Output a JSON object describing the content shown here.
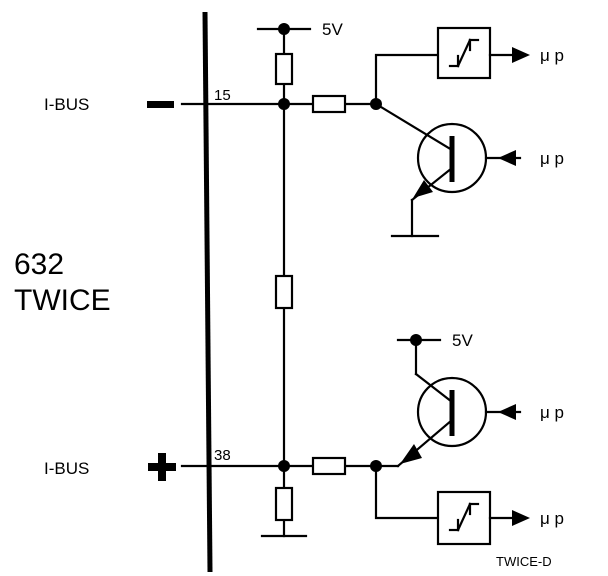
{
  "chip": {
    "line1": "632",
    "line2": "TWICE"
  },
  "bus": {
    "top": {
      "label": "I-BUS",
      "pin": "15",
      "sign": "−"
    },
    "bottom": {
      "label": "I-BUS",
      "pin": "38",
      "sign": "+"
    }
  },
  "supply": {
    "top": "5V",
    "bottom": "5V"
  },
  "outputs": {
    "top_schmitt": "μ p",
    "top_transistor": "μ p",
    "bottom_transistor": "μ p",
    "bottom_schmitt": "μ p"
  },
  "figure_id": "TWICE-D",
  "colors": {
    "ink": "#000000",
    "background": "#ffffff"
  }
}
